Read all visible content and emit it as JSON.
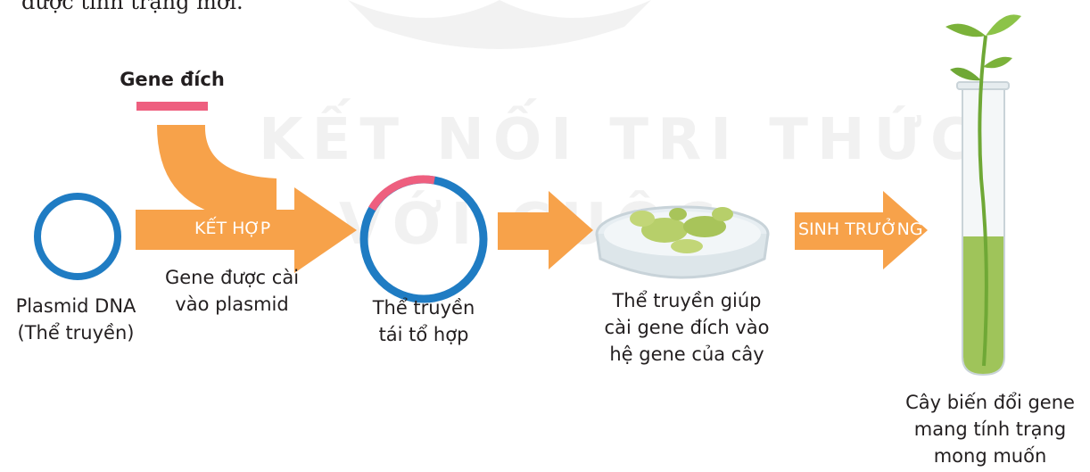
{
  "top_text": "được tính trạng mới.",
  "watermark": {
    "line1": "KẾT NỐI TRI THỨC",
    "line2": "VỚI CUỘC"
  },
  "labels": {
    "gene_target": "Gene đích",
    "plasmid": "Plasmid DNA\n(Thể truyền)",
    "gene_inserted": "Gene được cài\nvào plasmid",
    "recombinant": "Thể truyền\ntái tổ hợp",
    "vector_help": "Thể truyền giúp\ncài gene đích vào\nhệ gene của cây",
    "transgenic_plant": "Cây biến đổi gene\nmang tính trạng\nmong muốn"
  },
  "arrows": {
    "combine": "KẾT HỢP",
    "grow": "SINH TRƯỞNG"
  },
  "colors": {
    "arrow": "#f7a24a",
    "plasmid": "#1f7cc3",
    "gene": "#ee5f7f",
    "text": "#231f20",
    "culture": "#b7cf6a",
    "plant": "#7bb23a"
  }
}
